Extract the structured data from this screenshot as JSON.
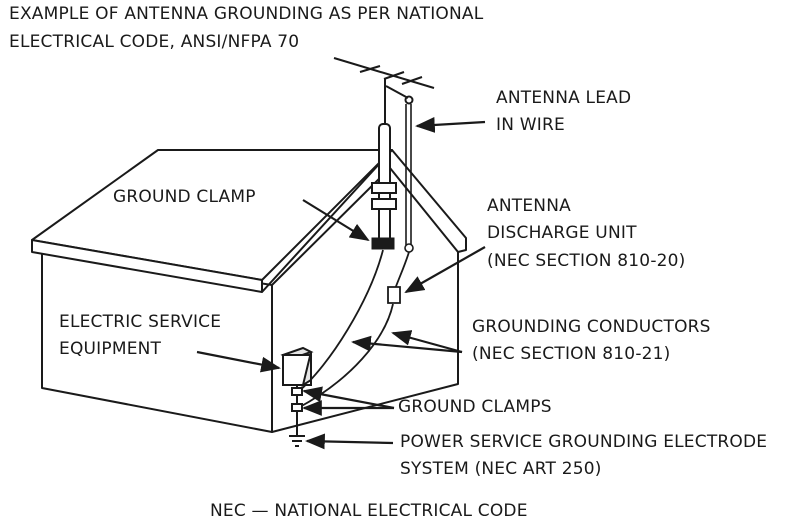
{
  "title": {
    "line1": "EXAMPLE OF ANTENNA GROUNDING AS PER NATIONAL",
    "line2": "ELECTRICAL CODE, ANSI/NFPA 70"
  },
  "labels": {
    "antenna_lead": [
      "ANTENNA LEAD",
      "IN WIRE"
    ],
    "ground_clamp": "GROUND CLAMP",
    "discharge_unit": [
      "ANTENNA",
      "DISCHARGE UNIT",
      "(NEC SECTION 810-20)"
    ],
    "electric_service": [
      "ELECTRIC SERVICE",
      "EQUIPMENT"
    ],
    "grounding_conductors": [
      "GROUNDING CONDUCTORS",
      "(NEC SECTION 810-21)"
    ],
    "ground_clamps": "GROUND CLAMPS",
    "power_service": [
      "POWER SERVICE GROUNDING ELECTRODE",
      "SYSTEM (NEC ART 250)"
    ]
  },
  "footer": "NEC — NATIONAL ELECTRICAL CODE",
  "colors": {
    "ink": "#1a1a1a",
    "fill": "#ffffff",
    "shade": "#e6e6e6"
  }
}
